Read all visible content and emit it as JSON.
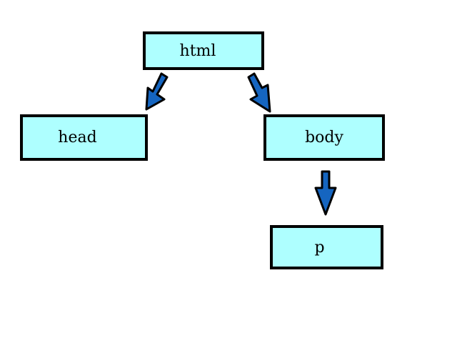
{
  "diagram": {
    "colors": {
      "node_fill": "#aeffff",
      "node_border": "#000000",
      "arrow_fill": "#1565c0",
      "arrow_outline": "#000000"
    },
    "nodes": {
      "html": "html",
      "head": "head",
      "body": "body",
      "p": "p"
    },
    "edges": [
      {
        "from": "html",
        "to": "head"
      },
      {
        "from": "html",
        "to": "body"
      },
      {
        "from": "body",
        "to": "p"
      }
    ]
  }
}
